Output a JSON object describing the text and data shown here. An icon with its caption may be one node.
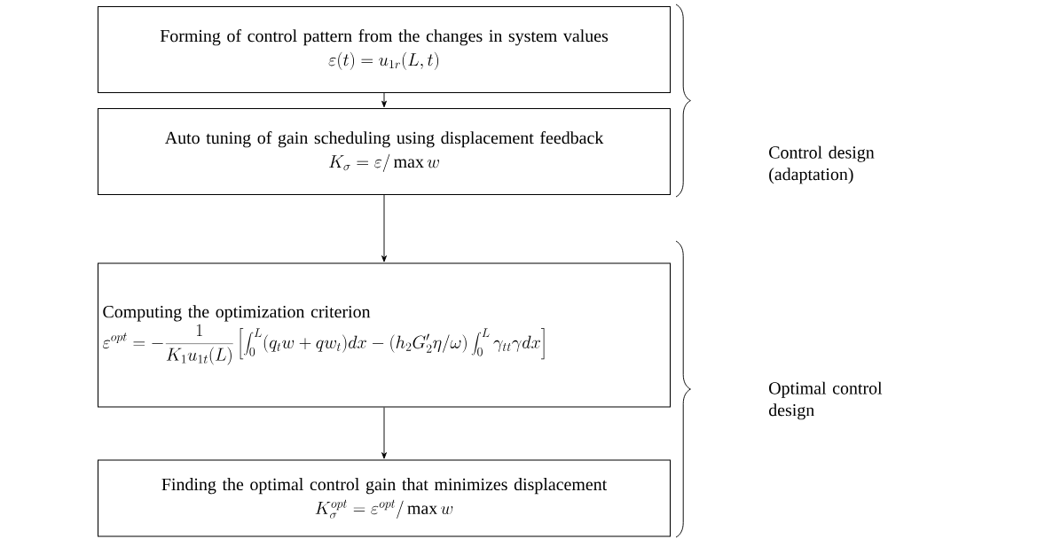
{
  "diagram": {
    "nodes": [
      {
        "text": [
          "Forming of control pattern from the changes in system values",
          "\\varepsilon(t)=u_{1r}(L,t)"
        ]
      },
      {
        "text": [
          "Auto tuning of gain scheduling using displacement feedback",
          "K_{\\sigma}=\\varepsilon/\\max w"
        ]
      },
      {
        "text": [
          "Computing the optimization criterion",
          "\\varepsilon^{opt}=-\\frac{1}{K_1u_{1t}(L)}\\left[\\int_0^L(q_tw+qw_t)dx-(h_2G_2'\\eta/\\omega)\\int_0^L\\gamma_{tt}\\gamma dx\\right]"
        ]
      },
      {
        "text": [
          "Finding the optimal control gain that minimizes displacement",
          "K_{\\sigma}^{opt}=\\varepsilon^{opt}/\\max w"
        ]
      }
    ],
    "edges": [
      {
        "from": 0,
        "to": 1,
        "arrow": "to"
      },
      {
        "from": 1,
        "to": 2,
        "arrow": "to"
      },
      {
        "from": 2,
        "to": 3,
        "arrow": "to"
      }
    ],
    "labels": [
      "Control design (adaptation)",
      "Optimal control design"
    ]
  }
}
